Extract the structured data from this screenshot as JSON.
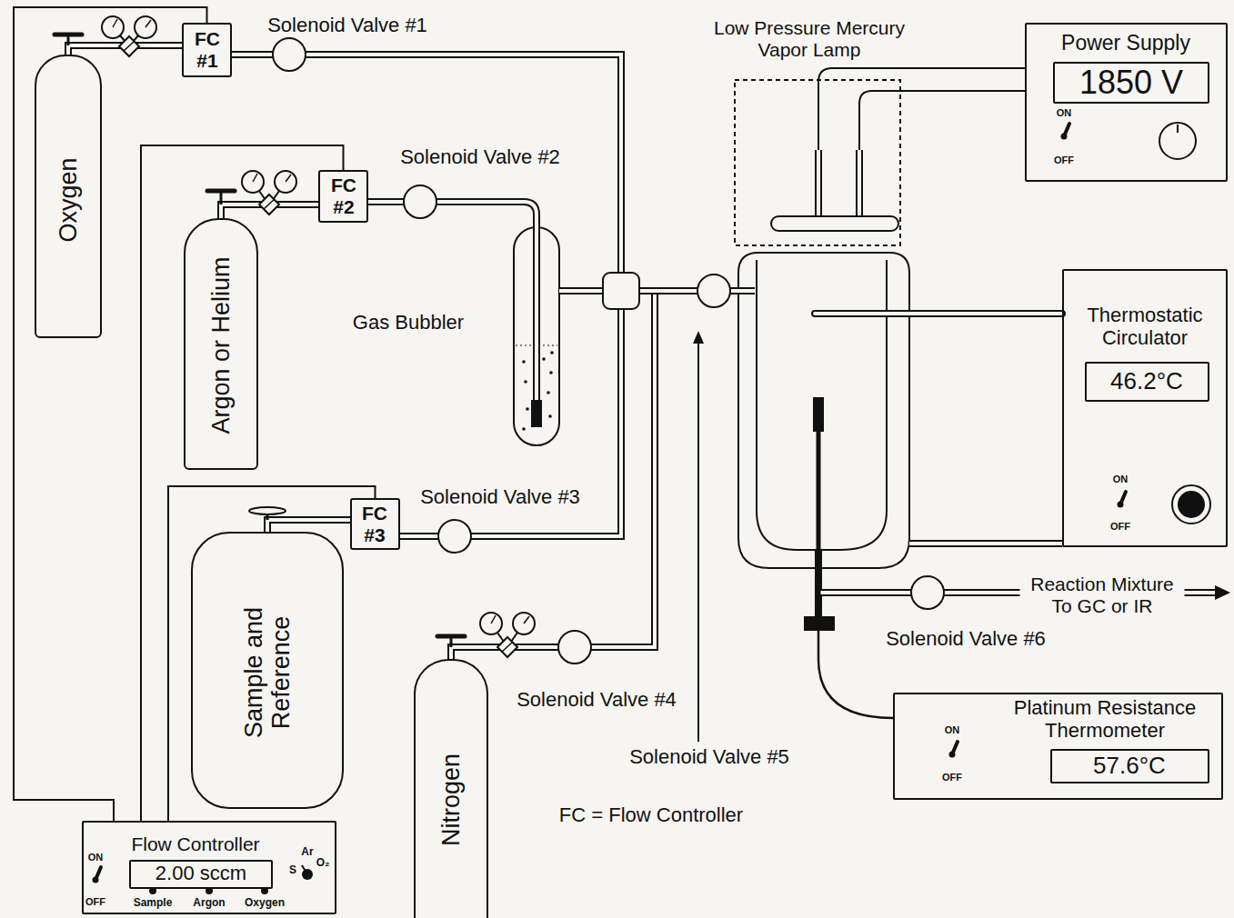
{
  "diagram": {
    "nodes": [
      {
        "text": [
          "Oxygen"
        ]
      },
      {
        "text": [
          "FC #1"
        ]
      },
      {
        "text": [
          "Argon or Helium"
        ]
      },
      {
        "text": [
          "FC #2"
        ]
      },
      {
        "text": [
          "Sample and Reference"
        ]
      },
      {
        "text": [
          "FC #3"
        ]
      },
      {
        "text": [
          "Nitrogen"
        ]
      },
      {
        "text": [
          "Power Supply",
          "ON",
          "OFF"
        ]
      },
      {
        "text": [
          "1850 V"
        ],
        "in": 7
      },
      {
        "text": [
          "Thermostatic Circulator",
          "ON",
          "OFF"
        ]
      },
      {
        "text": [
          "46.2°C"
        ],
        "in": 9
      },
      {
        "text": [
          "Platinum Resistance Thermometer",
          "ON",
          "OFF"
        ]
      },
      {
        "text": [
          "57.6°C"
        ],
        "in": 11
      },
      {
        "text": [
          "Flow Controller",
          "ON",
          "OFF",
          "S",
          "Ar",
          "O₂",
          "Sample",
          "Argon",
          "Oxygen"
        ]
      },
      {
        "text": [
          "2.00 sccm"
        ],
        "in": 13
      }
    ],
    "edges": [
      {
        "from": 0,
        "to": 1,
        "arrow": "none"
      },
      {
        "from": 2,
        "to": 3,
        "arrow": "none"
      },
      {
        "from": 4,
        "to": 5,
        "arrow": "none"
      },
      {
        "from": 13,
        "to": 1,
        "arrow": "none"
      },
      {
        "from": 13,
        "to": 3,
        "arrow": "none"
      },
      {
        "from": 13,
        "to": 5,
        "arrow": "none"
      }
    ],
    "labels": [
      "Solenoid Valve #1",
      "Solenoid Valve #2",
      "Gas Bubbler",
      "Solenoid Valve #3",
      "Solenoid Valve #4",
      "Solenoid Valve #5",
      "Solenoid Valve #6",
      "Low Pressure Mercury Vapor Lamp",
      "Reaction Mixture To GC or IR",
      "FC = Flow Controller"
    ]
  }
}
